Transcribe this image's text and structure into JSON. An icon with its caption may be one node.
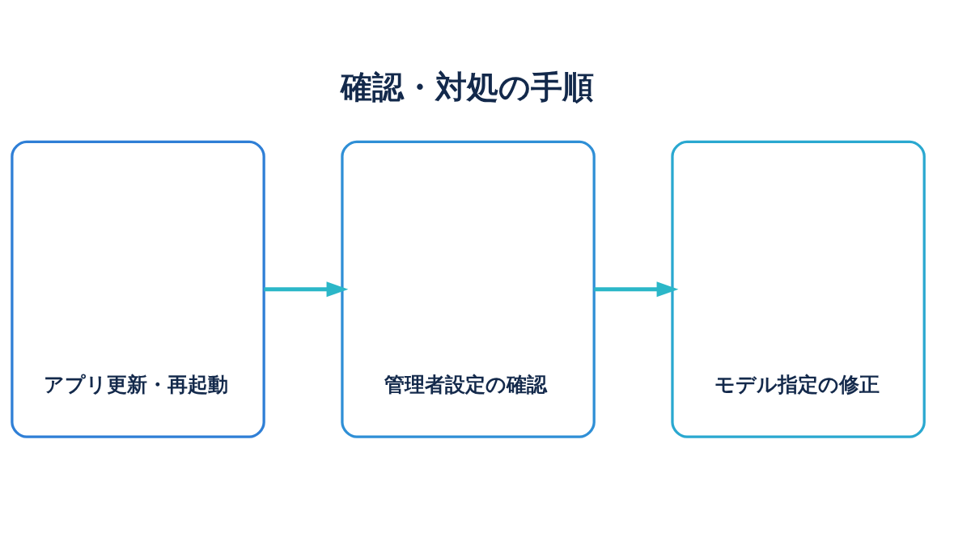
{
  "diagram": {
    "title": "確認・対処の手順",
    "nodes": [
      {
        "text": [
          "アプリ更新・再起動"
        ]
      },
      {
        "text": [
          "管理者設定の確認"
        ]
      },
      {
        "text": [
          "モデル指定の修正"
        ]
      }
    ],
    "edges": [
      {
        "from": 0,
        "to": 1,
        "arrow": "to"
      },
      {
        "from": 1,
        "to": 2,
        "arrow": "to"
      }
    ]
  }
}
